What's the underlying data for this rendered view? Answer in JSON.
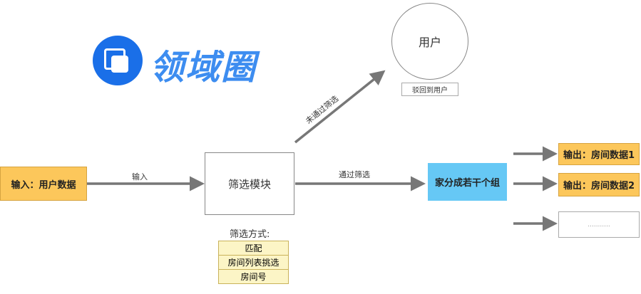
{
  "input_box": "输入：用户数据",
  "input_arrow_label": "输入",
  "filter_module": "筛选模块",
  "filter_methods_title": "筛选方式:",
  "filter_methods": [
    "匹配",
    "房间列表挑选",
    "房间号"
  ],
  "user_node": "用户",
  "reject_label": "驳回到用户",
  "fail_arrow_label": "未通过筛选",
  "pass_arrow_label": "通过筛选",
  "group_box": "家分成若干个组",
  "outputs": [
    "输出：房间数据1",
    "输出：房间数据2",
    "..........."
  ],
  "watermark": "领域圈"
}
